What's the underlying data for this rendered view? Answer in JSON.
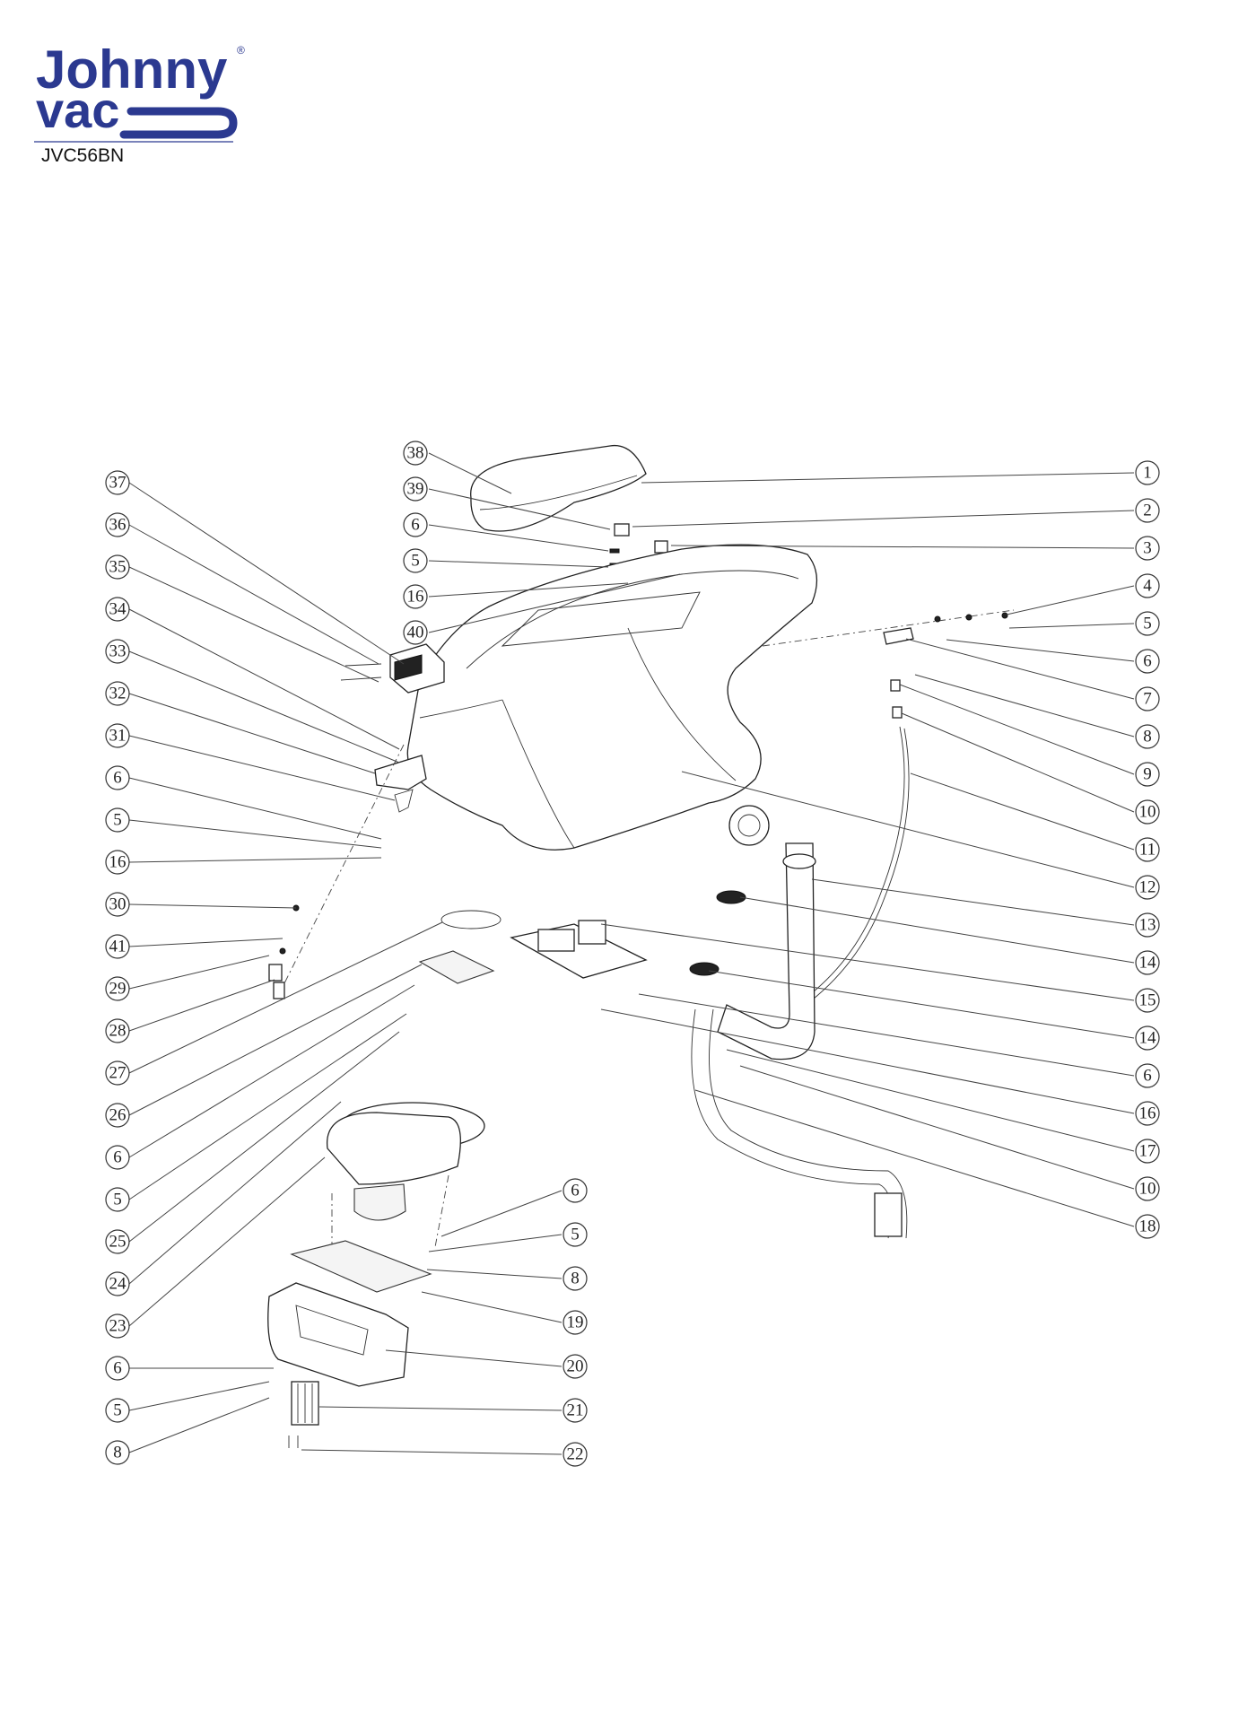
{
  "brand": {
    "logo_line1": "Johnny",
    "logo_line2": "vac",
    "registered_mark": "®",
    "model": "JVC56BN",
    "color": "#2b3990"
  },
  "callouts": {
    "left": [
      "37",
      "36",
      "35",
      "34",
      "33",
      "32",
      "31",
      "6",
      "5",
      "16",
      "30",
      "41",
      "29",
      "28",
      "27",
      "26",
      "6",
      "5",
      "25",
      "24",
      "23",
      "6",
      "5",
      "8"
    ],
    "top_center": [
      "38",
      "39",
      "6",
      "5",
      "16",
      "40"
    ],
    "right": [
      "1",
      "2",
      "3",
      "4",
      "5",
      "6",
      "7",
      "8",
      "9",
      "10",
      "11",
      "12",
      "13",
      "14",
      "15",
      "14",
      "6",
      "16",
      "17",
      "10",
      "18"
    ],
    "center_right": [
      "6",
      "5",
      "8",
      "19",
      "20",
      "21",
      "22"
    ]
  }
}
